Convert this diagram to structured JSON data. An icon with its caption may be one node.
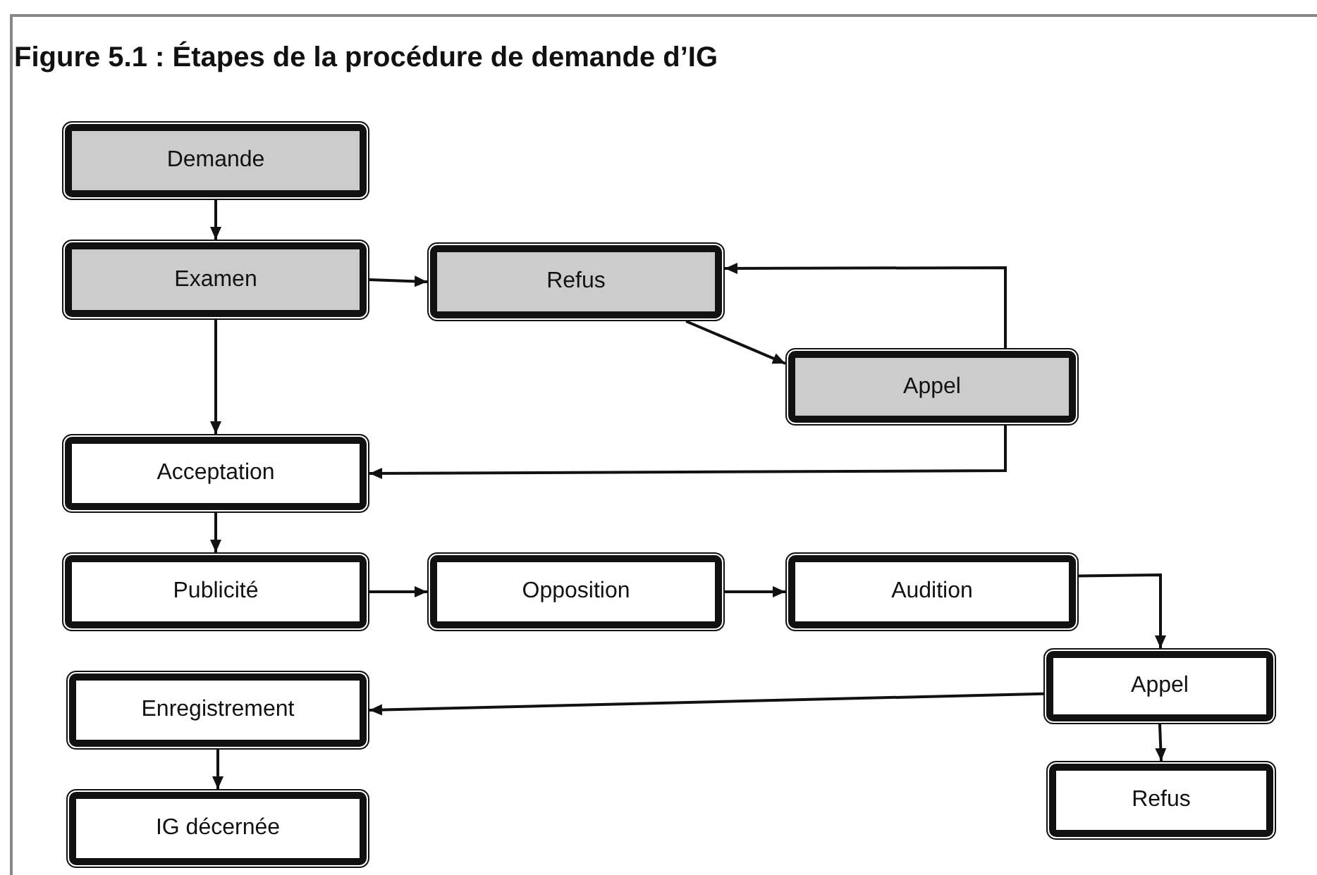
{
  "diagram": {
    "title": "Figure 5.1 : Étapes de la procédure de demande d’IG",
    "nodes": [
      {
        "text": [
          "Demande"
        ]
      },
      {
        "text": [
          "Examen"
        ]
      },
      {
        "text": [
          "Refus"
        ]
      },
      {
        "text": [
          "Appel"
        ]
      },
      {
        "text": [
          "Acceptation"
        ]
      },
      {
        "text": [
          "Publicité"
        ]
      },
      {
        "text": [
          "Opposition"
        ]
      },
      {
        "text": [
          "Audition"
        ]
      },
      {
        "text": [
          "Enregistrement"
        ]
      },
      {
        "text": [
          "IG décernée"
        ]
      },
      {
        "text": [
          "Appel"
        ]
      },
      {
        "text": [
          "Refus"
        ]
      }
    ],
    "edges": [
      {
        "from": 0,
        "to": 1,
        "arrow": "to"
      },
      {
        "from": 1,
        "to": 2,
        "arrow": "to"
      },
      {
        "from": 1,
        "to": 4,
        "arrow": "to"
      },
      {
        "from": 2,
        "to": 3,
        "arrow": "to"
      },
      {
        "from": 3,
        "to": 2,
        "arrow": "to"
      },
      {
        "from": 3,
        "to": 4,
        "arrow": "to"
      },
      {
        "from": 4,
        "to": 5,
        "arrow": "to"
      },
      {
        "from": 5,
        "to": 6,
        "arrow": "to"
      },
      {
        "from": 6,
        "to": 7,
        "arrow": "to"
      },
      {
        "from": 7,
        "to": 10,
        "arrow": "to"
      },
      {
        "from": 10,
        "to": 8,
        "arrow": "to"
      },
      {
        "from": 8,
        "to": 9,
        "arrow": "to"
      },
      {
        "from": 10,
        "to": 11,
        "arrow": "to"
      }
    ]
  }
}
